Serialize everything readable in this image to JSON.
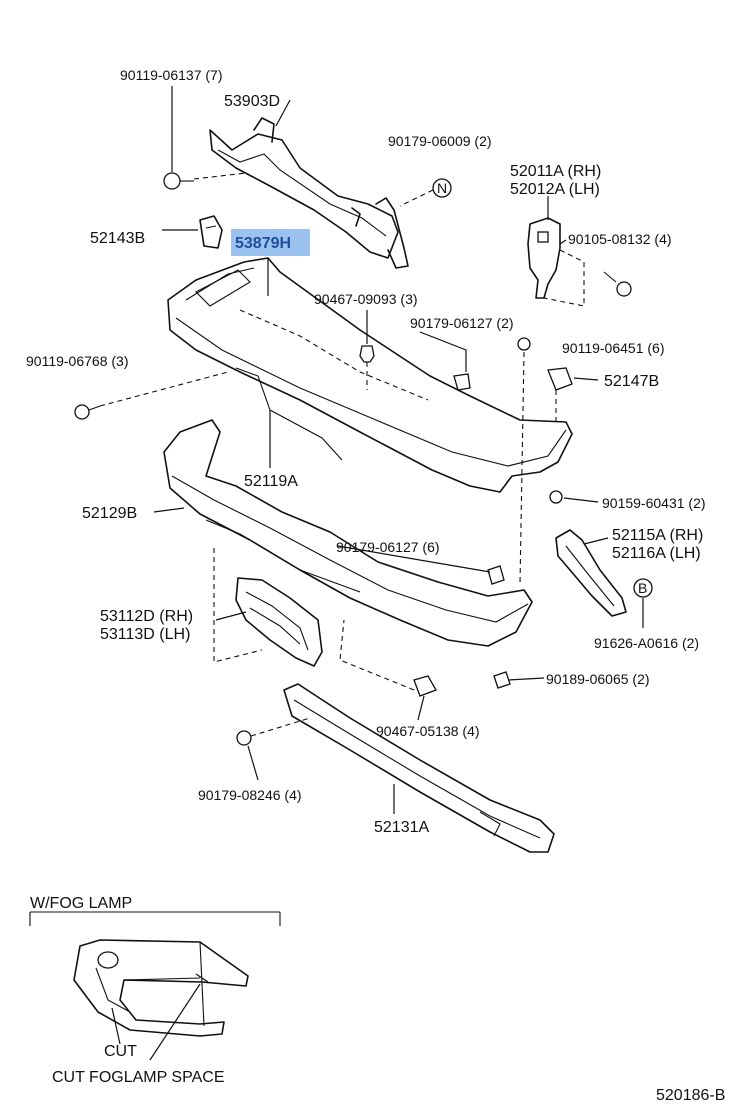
{
  "labels": {
    "p_90119_06137": "90119-06137 (7)",
    "p_53903D": "53903D",
    "p_90179_06009": "90179-06009 (2)",
    "p_52011A": "52011A (RH)",
    "p_52012A": "52012A (LH)",
    "p_52143B": "52143B",
    "p_53879H": "53879H",
    "p_90105_08132": "90105-08132 (4)",
    "p_90467_09093": "90467-09093 (3)",
    "p_90179_06127_a": "90179-06127 (2)",
    "p_90119_06768": "90119-06768 (3)",
    "p_90119_06451": "90119-06451 (6)",
    "p_52147B": "52147B",
    "p_52119A": "52119A",
    "p_52129B": "52129B",
    "p_90159_60431": "90159-60431 (2)",
    "p_52115A": "52115A (RH)",
    "p_52116A": "52116A (LH)",
    "p_90179_06127_b": "90179-06127 (6)",
    "p_53112D": "53112D (RH)",
    "p_53113D": "53113D (LH)",
    "p_91626_A0616": "91626-A0616 (2)",
    "p_90189_06065": "90189-06065 (2)",
    "p_90467_05138": "90467-05138 (4)",
    "p_90179_08246": "90179-08246 (4)",
    "p_52131A": "52131A"
  },
  "markers": {
    "n_marker": "N",
    "b_marker": "B"
  },
  "inset": {
    "title": "W/FOG LAMP",
    "cut": "CUT",
    "caption": "CUT FOGLAMP SPACE"
  },
  "figure_id": "520186-B",
  "highlight": {
    "part": "53879H",
    "color": "#9cc3f0"
  }
}
